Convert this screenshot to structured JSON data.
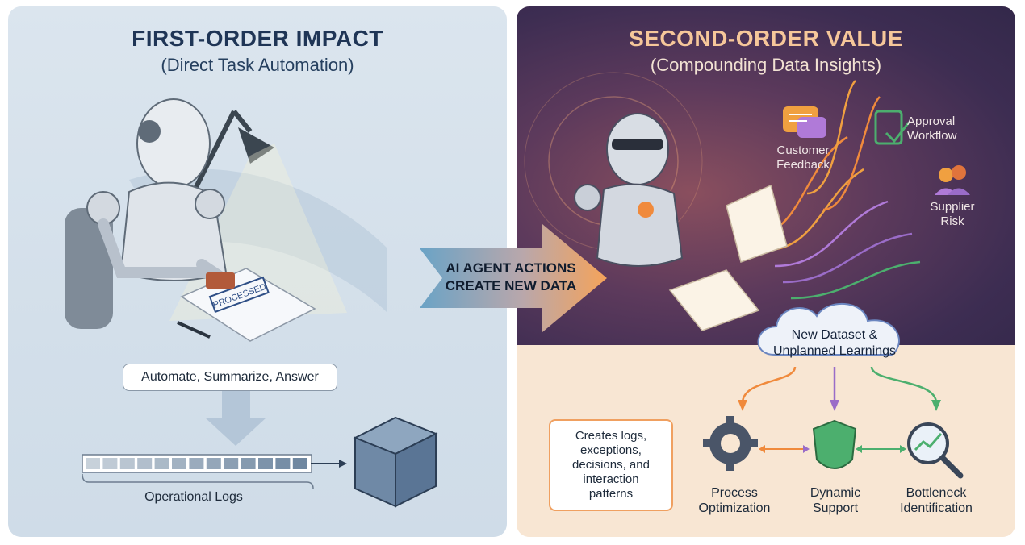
{
  "left": {
    "title": "FIRST-ORDER IMPACT",
    "subtitle": "(Direct Task Automation)",
    "task_pill": "Automate, Summarize, Answer",
    "stamp_text": "PROCESSED",
    "logs_label": "Operational Logs"
  },
  "center": {
    "arrow_line1": "AI AGENT ACTIONS",
    "arrow_line2": "CREATE NEW DATA"
  },
  "right": {
    "title": "SECOND-ORDER VALUE",
    "subtitle": "(Compounding Data Insights)",
    "icons": {
      "feedback": [
        "Customer",
        "Feedback"
      ],
      "approval": [
        "Approval",
        "Workflow"
      ],
      "supplier": [
        "Supplier",
        "Risk"
      ]
    },
    "cloud": [
      "New Dataset &",
      "Unplanned Learnings"
    ],
    "logs_box": [
      "Creates logs,",
      "exceptions,",
      "decisions, and",
      "interaction",
      "patterns"
    ],
    "outcomes": {
      "process": [
        "Process",
        "Optimization"
      ],
      "dynamic": [
        "Dynamic",
        "Support"
      ],
      "bottleneck": [
        "Bottleneck",
        "Identification"
      ]
    }
  },
  "colors": {
    "left_bg": "#d3dfea",
    "right_dark_bg": "#3d2d52",
    "right_light_bg": "#f8e6d3",
    "title_left": "#1f3556",
    "title_right": "#f6c79a",
    "orange_accent": "#f08a3c",
    "purple_accent": "#9a6cc8",
    "green_accent": "#4caf6e"
  }
}
